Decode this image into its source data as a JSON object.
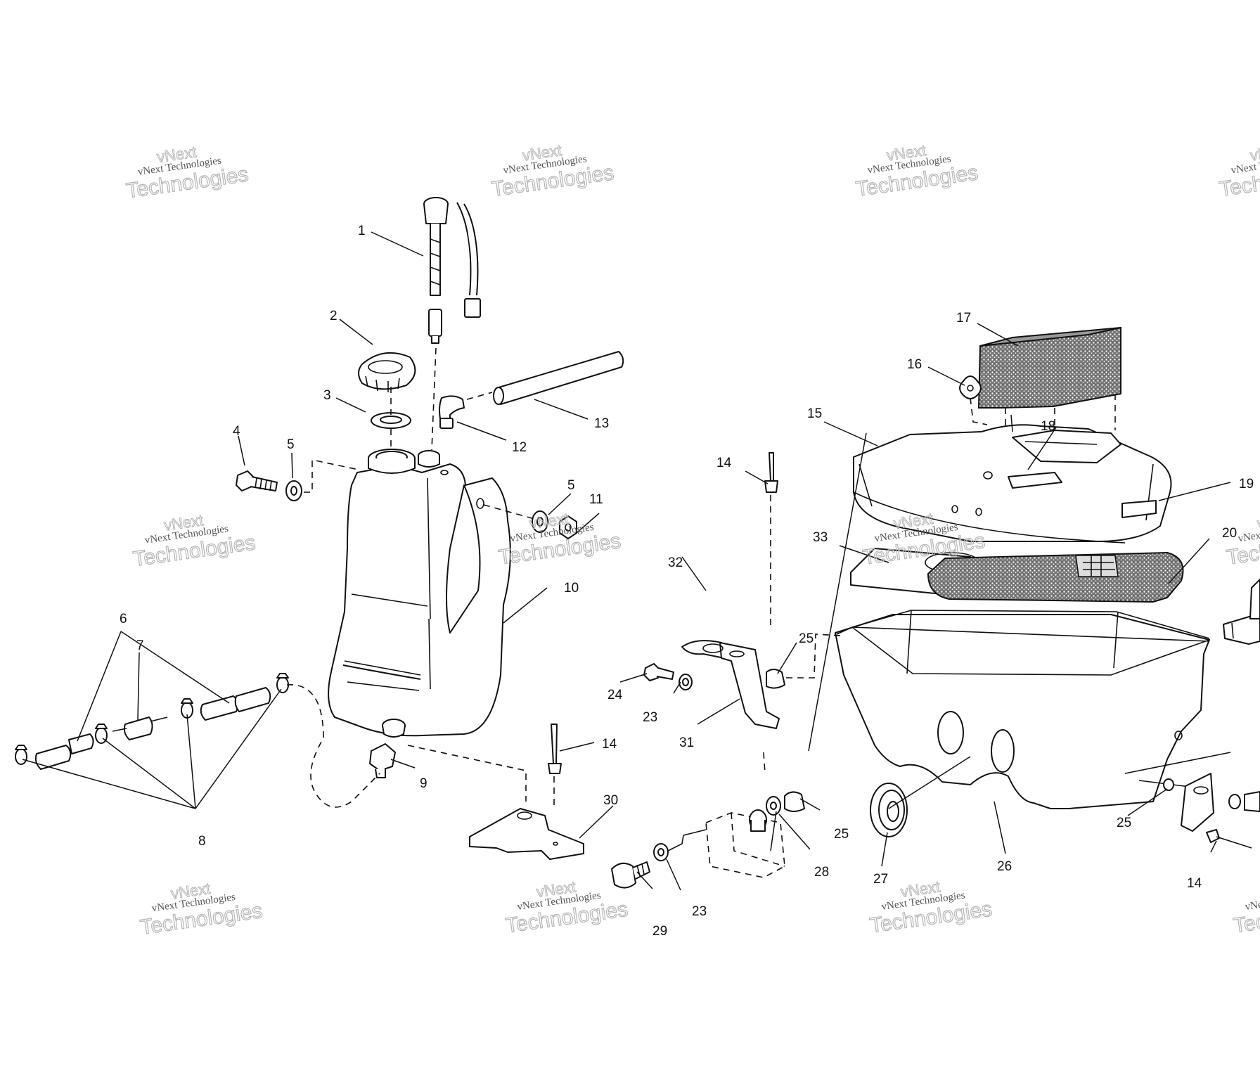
{
  "watermark": {
    "small": "vNext",
    "line1": "vNext Technologies",
    "line2": "Technologies"
  },
  "callouts": {
    "c1": "1",
    "c2": "2",
    "c3": "3",
    "c4": "4",
    "c5a": "5",
    "c5b": "5",
    "c6": "6",
    "c7": "7",
    "c8": "8",
    "c9": "9",
    "c10": "10",
    "c11": "11",
    "c12": "12",
    "c13": "13",
    "c14a": "14",
    "c14b": "14",
    "c14c": "14",
    "c15": "15",
    "c16": "16",
    "c17": "17",
    "c18": "18",
    "c19": "19",
    "c20": "20",
    "c23a": "23",
    "c23b": "23",
    "c24": "24",
    "c25a": "25",
    "c25b": "25",
    "c25c": "25",
    "c26": "26",
    "c27": "27",
    "c28": "28",
    "c29": "29",
    "c30": "30",
    "c31": "31",
    "c32": "32",
    "c33": "33"
  }
}
